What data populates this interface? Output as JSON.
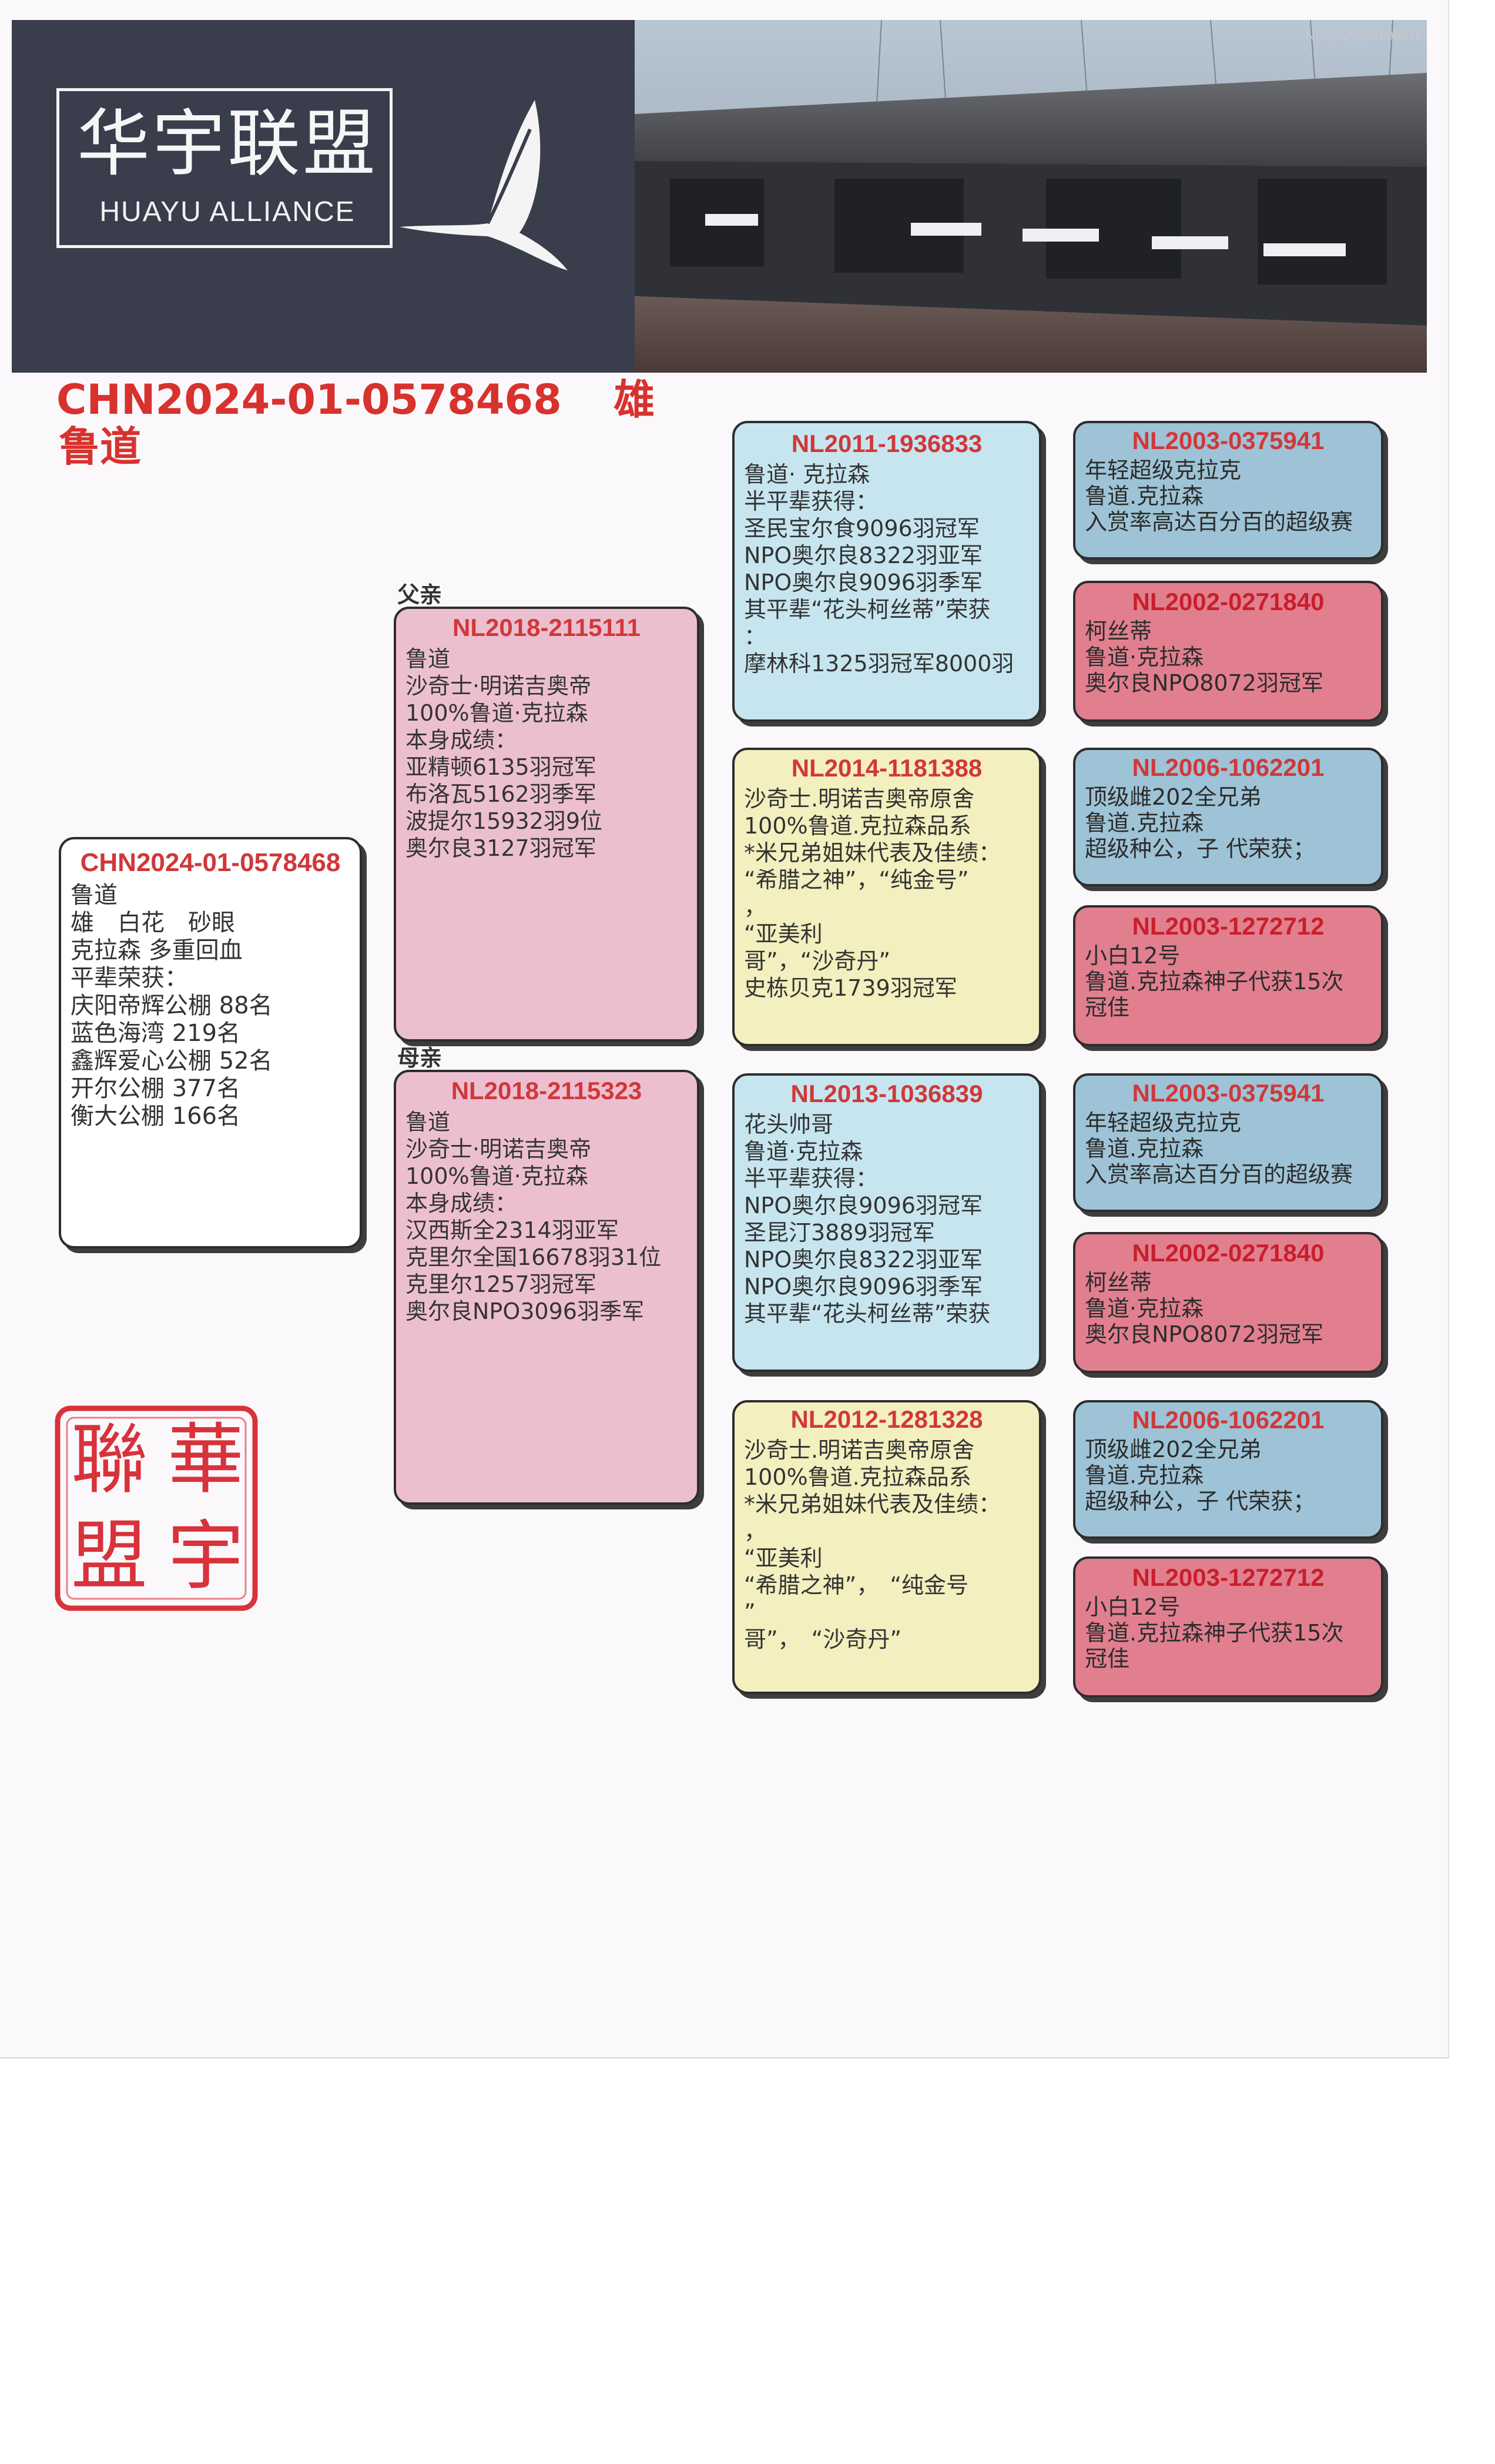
{
  "banner": {
    "logo_cn": "华宇联盟",
    "logo_en": "HUAYU ALLIANCE",
    "photo_number": "NO.2025104596079",
    "logo_icon": "bird-icon"
  },
  "title": {
    "ring": "CHN2024-01-0578468",
    "sex": "雄",
    "strain": "鲁道"
  },
  "subject": {
    "ring": "CHN2024-01-0578468",
    "lines": [
      "鲁道",
      "雄　白花　砂眼",
      "克拉森 多重回血",
      "平辈荣获：",
      "庆阳帝辉公棚 88名",
      "蓝色海湾 219名",
      "鑫辉爱心公棚 52名",
      "开尔公棚 377名",
      "衡大公棚 166名"
    ]
  },
  "labels": {
    "father": "父亲",
    "mother": "母亲"
  },
  "father": {
    "ring": "NL2018-2115111",
    "lines": [
      "鲁道",
      "沙奇士·明诺吉奥帝",
      "100%鲁道·克拉森",
      "本身成绩：",
      "亚精顿6135羽冠军",
      "布洛瓦5162羽季军",
      "波提尔15932羽9位",
      "奥尔良3127羽冠军"
    ]
  },
  "mother": {
    "ring": "NL2018-2115323",
    "lines": [
      "鲁道",
      "沙奇士·明诺吉奥帝",
      "100%鲁道·克拉森",
      "本身成绩：",
      "汉西斯全2314羽亚军",
      "克里尔全国16678羽31位",
      "克里尔1257羽冠军",
      "奥尔良NPO3096羽季军"
    ]
  },
  "grandparents": [
    {
      "ring": "NL2011-1936833",
      "lines": [
        "鲁道· 克拉森",
        "半平辈获得：",
        "圣民宝尔食9096羽冠军",
        "NPO奥尔良8322羽亚军",
        "NPO奥尔良9096羽季军",
        "其平辈“花头柯丝蒂”荣获",
        "：",
        "摩林科1325羽冠军8000羽"
      ]
    },
    {
      "ring": "NL2014-1181388",
      "lines": [
        "沙奇士.明诺吉奥帝原舍",
        "100%鲁道.克拉森品系",
        "*米兄弟姐妹代表及佳绩：",
        "“希腊之神”，“纯金号”",
        "，",
        "“亚美利",
        "哥”，“沙奇丹”",
        "史栋贝克1739羽冠军"
      ]
    },
    {
      "ring": "NL2013-1036839",
      "lines": [
        "花头帅哥",
        "鲁道·克拉森",
        "半平辈获得：",
        "NPO奥尔良9096羽冠军",
        "圣昆汀3889羽冠军",
        "NPO奥尔良8322羽亚军",
        "NPO奥尔良9096羽季军",
        "其平辈“花头柯丝蒂”荣获"
      ]
    },
    {
      "ring": "NL2012-1281328",
      "lines": [
        "沙奇士.明诺吉奥帝原舍",
        "100%鲁道.克拉森品系",
        "*米兄弟姐妹代表及佳绩：",
        "，",
        "“亚美利",
        "“希腊之神”，　“纯金号",
        "”",
        "哥”，　“沙奇丹”"
      ]
    }
  ],
  "great_grandparents": [
    {
      "ring": "NL2003-0375941",
      "lines": [
        "年轻超级克拉克",
        "鲁道.克拉森",
        "入赏率高达百分百的超级赛"
      ]
    },
    {
      "ring": "NL2002-0271840",
      "lines": [
        "柯丝蒂",
        "鲁道·克拉森",
        "奥尔良NPO8072羽冠军"
      ]
    },
    {
      "ring": "NL2006-1062201",
      "lines": [
        "顶级雌202全兄弟",
        "鲁道.克拉森",
        "超级种公，子 代荣获；"
      ]
    },
    {
      "ring": "NL2003-1272712",
      "lines": [
        "小白12号",
        "鲁道.克拉森神子代获15次",
        "冠佳"
      ]
    },
    {
      "ring": "NL2003-0375941",
      "lines": [
        "年轻超级克拉克",
        "鲁道.克拉森",
        "入赏率高达百分百的超级赛"
      ]
    },
    {
      "ring": "NL2002-0271840",
      "lines": [
        "柯丝蒂",
        "鲁道·克拉森",
        "奥尔良NPO8072羽冠军"
      ]
    },
    {
      "ring": "NL2006-1062201",
      "lines": [
        "顶级雌202全兄弟",
        "鲁道.克拉森",
        "超级种公，子 代荣获；"
      ]
    },
    {
      "ring": "NL2003-1272712",
      "lines": [
        "小白12号",
        "鲁道.克拉森神子代获15次",
        "冠佳"
      ]
    }
  ],
  "seal": {
    "chars": [
      "華",
      "宇",
      "聯",
      "盟"
    ],
    "color": "#d8323a"
  },
  "colors": {
    "accent_red": "#d8322e",
    "pink": "#ecbfd0",
    "light_blue": "#c7e5ef",
    "light_yellow": "#f3efbe",
    "steel_blue": "#9ec3d6",
    "rose": "#e27f8f"
  }
}
